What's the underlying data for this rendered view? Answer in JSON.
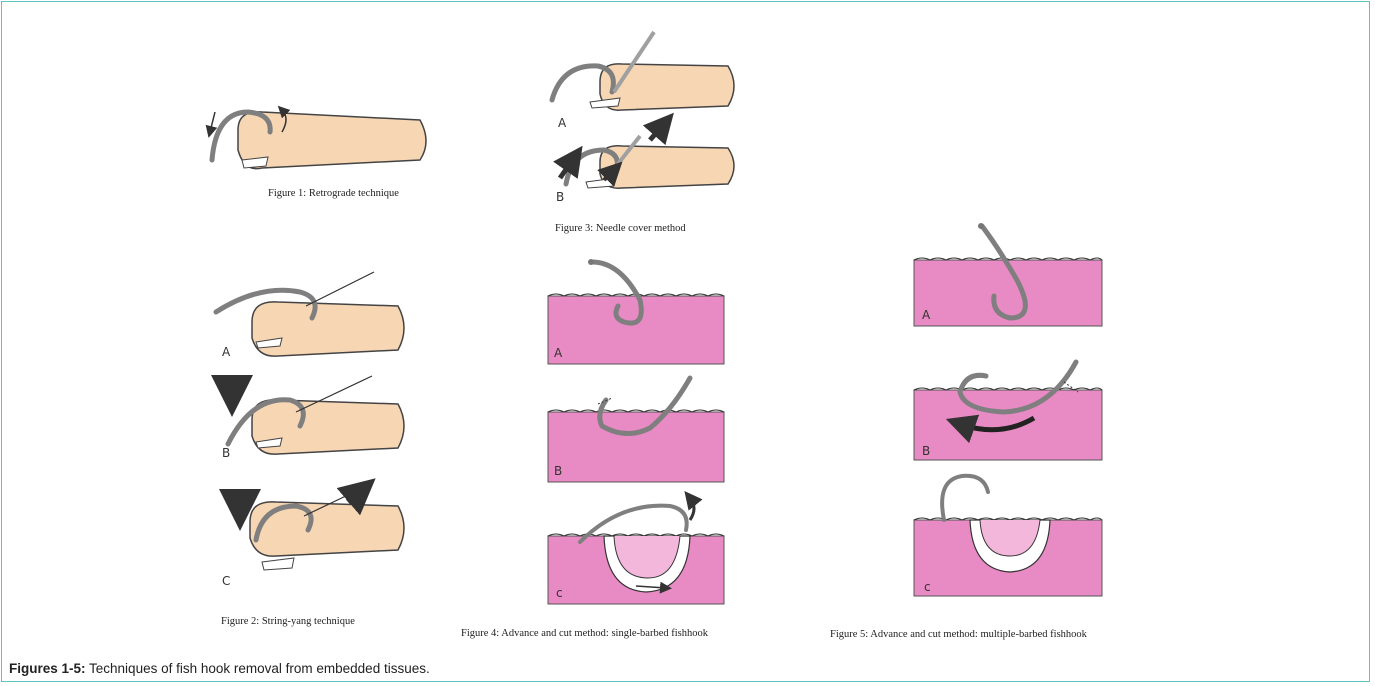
{
  "figures": [
    {
      "id": "fig1",
      "caption": "Figure 1: Retrograde technique"
    },
    {
      "id": "fig2",
      "caption": "Figure 2: String-yang technique",
      "panels": [
        "A",
        "B",
        "C"
      ]
    },
    {
      "id": "fig3",
      "caption": "Figure 3: Needle cover method",
      "panels": [
        "A",
        "B"
      ]
    },
    {
      "id": "fig4",
      "caption": "Figure 4: Advance and cut method: single-barbed fishhook",
      "panels": [
        "A",
        "B",
        "c"
      ]
    },
    {
      "id": "fig5",
      "caption": "Figure 5: Advance and cut method: multiple-barbed fishhook",
      "panels": [
        "A",
        "B",
        "c"
      ]
    }
  ],
  "caption": {
    "label": "Figures 1-5:",
    "text": " Techniques of fish hook removal from embedded tissues."
  },
  "colors": {
    "border": "#5cc5c0",
    "skin": "#f7d6b4",
    "tissue": "#e88ac3",
    "hook": "#7f7f7f"
  }
}
